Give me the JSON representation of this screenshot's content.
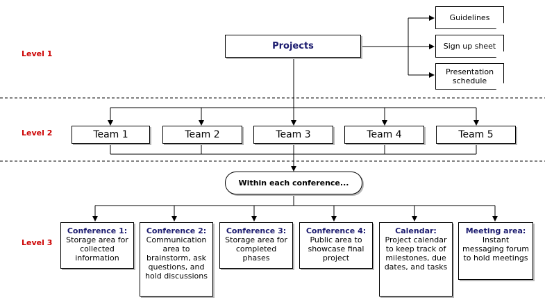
{
  "levels": [
    "Level 1",
    "Level 2",
    "Level 3"
  ],
  "projects": "Projects",
  "documents": [
    "Guidelines",
    "Sign up sheet",
    "Presentation schedule"
  ],
  "teams": [
    "Team 1",
    "Team 2",
    "Team 3",
    "Team 4",
    "Team 5"
  ],
  "within": "Within each conference...",
  "conferences": [
    {
      "title": "Conference 1:",
      "desc": "Storage area for collected information"
    },
    {
      "title": "Conference 2:",
      "desc": "Communication area to brainstorm, ask questions, and hold discussions"
    },
    {
      "title": "Conference 3:",
      "desc": "Storage area for completed phases"
    },
    {
      "title": "Conference 4:",
      "desc": "Public area to showcase final project"
    },
    {
      "title": "Calendar:",
      "desc": "Project calendar to keep track of milestones, due dates, and tasks"
    },
    {
      "title": "Meeting area:",
      "desc": "Instant messaging forum to hold meetings"
    }
  ]
}
